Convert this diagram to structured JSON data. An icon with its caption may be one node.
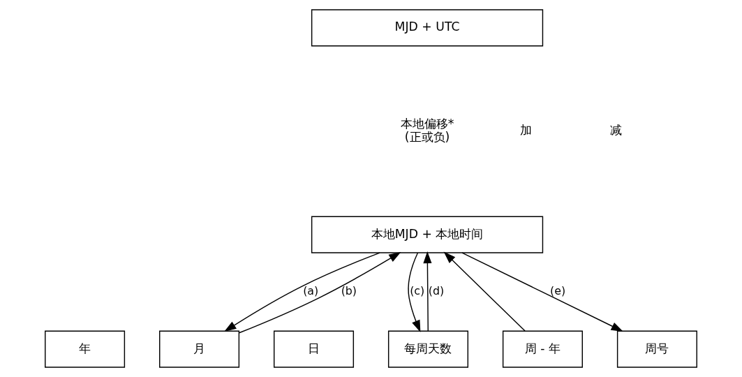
{
  "diagram": {
    "nodes": [
      {
        "text": [
          "MJD + UTC"
        ]
      },
      {
        "text": [
          "本地MJD + 本地时间"
        ]
      },
      {
        "text": [
          "年"
        ]
      },
      {
        "text": [
          "月"
        ]
      },
      {
        "text": [
          "日"
        ]
      },
      {
        "text": [
          "每周天数"
        ]
      },
      {
        "text": [
          "周 - 年"
        ]
      },
      {
        "text": [
          "周号"
        ]
      }
    ],
    "edges": [
      {
        "from": 1,
        "to": 3,
        "arrow": "to",
        "label": "(a)"
      },
      {
        "from": 3,
        "to": 1,
        "arrow": "to",
        "label": "(b)"
      },
      {
        "from": 1,
        "to": 5,
        "arrow": "to",
        "label": "(c)"
      },
      {
        "from": 5,
        "to": 1,
        "arrow": "to",
        "label": "(d)"
      },
      {
        "from": 6,
        "to": 1,
        "arrow": "to"
      },
      {
        "from": 1,
        "to": 7,
        "arrow": "to",
        "label": "(e)"
      }
    ],
    "labels": [
      "本地偏移* (正或负)",
      "加",
      "减"
    ]
  }
}
